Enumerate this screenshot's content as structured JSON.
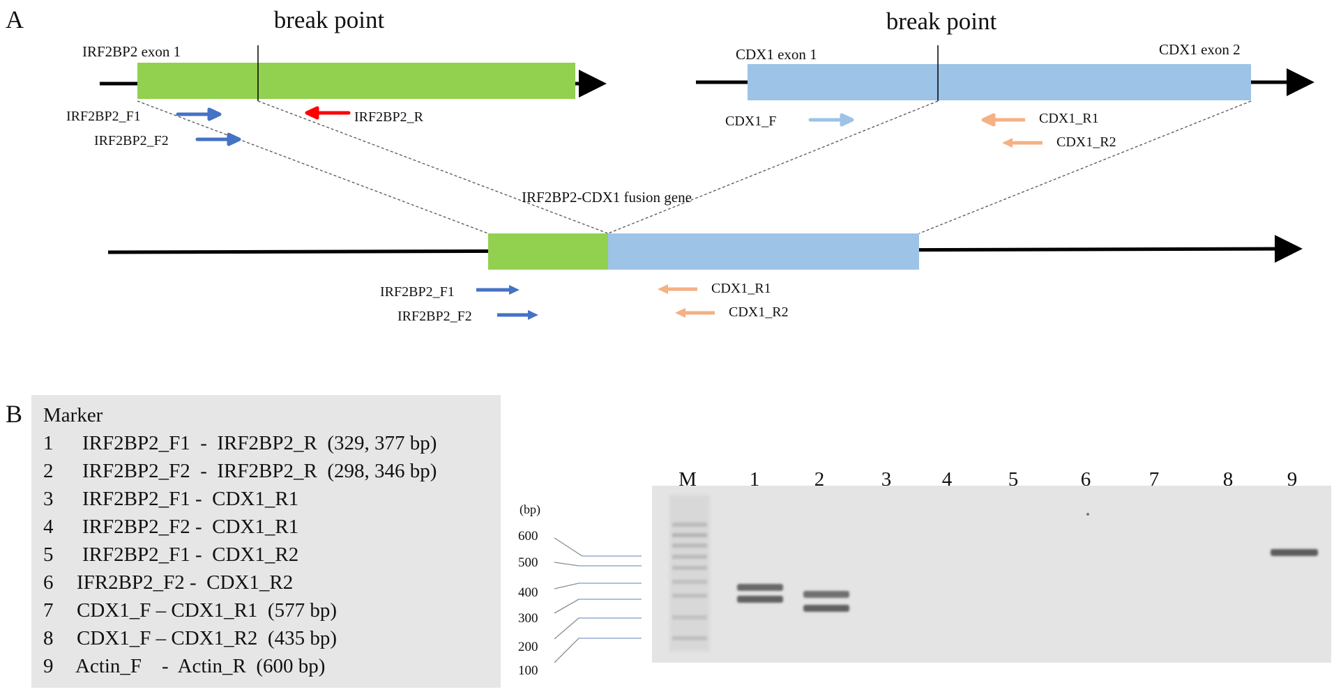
{
  "panel_a": {
    "label": "A",
    "break_point_left": "break point",
    "break_point_right": "break point",
    "irf2bp2_gene_label": "IRF2BP2 exon 1",
    "cdx1_exon1_label": "CDX1 exon 1",
    "cdx1_exon2_label": "CDX1 exon 2",
    "fusion_label": "IRF2BP2-CDX1 fusion gene",
    "primers_top": {
      "irf_f1": "IRF2BP2_F1",
      "irf_f2": "IRF2BP2_F2",
      "irf_r": "IRF2BP2_R",
      "cdx_f": "CDX1_F",
      "cdx_r1": "CDX1_R1",
      "cdx_r2": "CDX1_R2"
    },
    "primers_fusion": {
      "irf_f1": "IRF2BP2_F1",
      "irf_f2": "IRF2BP2_F2",
      "cdx_r1": "CDX1_R1",
      "cdx_r2": "CDX1_R2"
    }
  },
  "panel_b": {
    "label": "B",
    "legend_title": "Marker",
    "legend": [
      {
        "num": "1",
        "text": "IRF2BP2_F1  -  IRF2BP2_R  (329, 377 bp)"
      },
      {
        "num": "2",
        "text": "IRF2BP2_F2  -  IRF2BP2_R  (298, 346 bp)"
      },
      {
        "num": "3",
        "text": "IRF2BP2_F1 -  CDX1_R1"
      },
      {
        "num": "4",
        "text": "IRF2BP2_F2 -  CDX1_R1"
      },
      {
        "num": "5",
        "text": "IRF2BP2_F1 -  CDX1_R2"
      },
      {
        "num": "6",
        "text": "IFR2BP2_F2 -  CDX1_R2"
      },
      {
        "num": "7",
        "text": "CDX1_F – CDX1_R1  (577 bp)"
      },
      {
        "num": "8",
        "text": "CDX1_F – CDX1_R2  (435 bp)"
      },
      {
        "num": "9",
        "text": "Actin_F    -  Actin_R  (600 bp)"
      }
    ],
    "gel_unit": "(bp)",
    "ladder_sizes": [
      "600",
      "500",
      "400",
      "300",
      "200",
      "100"
    ],
    "lane_labels": [
      "M",
      "1",
      "2",
      "3",
      "4",
      "5",
      "6",
      "7",
      "8",
      "9"
    ]
  },
  "colors": {
    "irf2bp2_exon": "#92d050",
    "cdx1_exon": "#9dc3e6",
    "blue_arrow": "#4472c4",
    "red_arrow": "#ff0000",
    "light_blue_arrow": "#9dc3e6",
    "orange_arrow": "#f4b183",
    "legend_bg": "#e7e6e6",
    "gel_bg": "#e4e4e4",
    "ladder_line": "#8eaadb"
  }
}
